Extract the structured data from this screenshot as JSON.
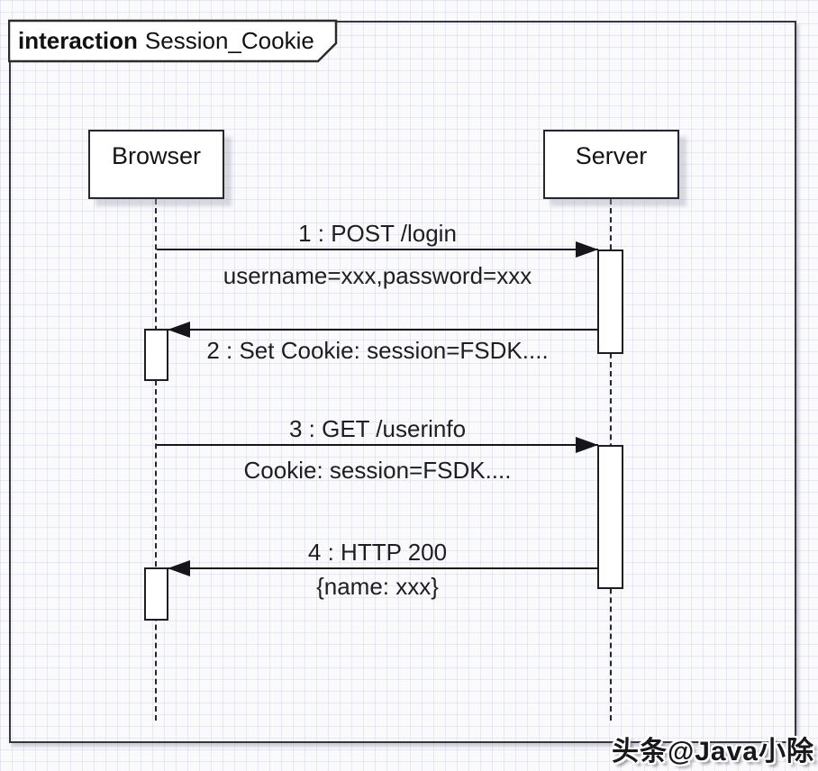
{
  "diagram": {
    "title": {
      "keyword": "interaction",
      "name": "Session_Cookie"
    },
    "lifelines": [
      {
        "name": "Browser"
      },
      {
        "name": "Server"
      }
    ],
    "messages": [
      {
        "label": "1 : POST /login",
        "detail": "username=xxx,password=xxx",
        "from": "Browser",
        "to": "Server"
      },
      {
        "label": "2 : Set Cookie: session=FSDK....",
        "detail": "",
        "from": "Server",
        "to": "Browser"
      },
      {
        "label": "3 : GET /userinfo",
        "detail": "Cookie: session=FSDK....",
        "from": "Browser",
        "to": "Server"
      },
      {
        "label": "4 : HTTP 200",
        "detail": "{name: xxx}",
        "from": "Server",
        "to": "Browser"
      }
    ],
    "watermark": "头条@Java小除",
    "colors": {
      "line": "#26262c",
      "fill": "#ffffff",
      "background": "#fafafc",
      "grid": "#d0d4e8"
    }
  }
}
